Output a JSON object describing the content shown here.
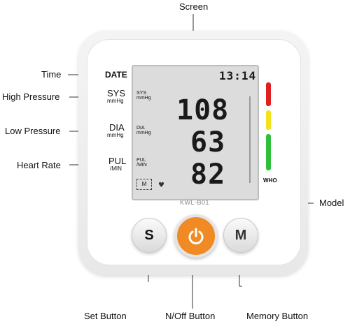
{
  "callouts": {
    "screen": "Screen",
    "time": "Time",
    "high_pressure": "High Pressure",
    "low_pressure": "Low Pressure",
    "heart_rate": "Heart Rate",
    "model": "Model",
    "set_button": "Set Button",
    "on_off_button": "N/Off Button",
    "memory_button": "Memory Button"
  },
  "face_labels": {
    "date": "DATE",
    "sys": "SYS",
    "sys_unit": "mmHg",
    "dia": "DIA",
    "dia_unit": "mmHg",
    "pul": "PUL",
    "pul_unit": "/MIN"
  },
  "lcd": {
    "time": "13:14",
    "sys_label": "SYS",
    "sys_unit": "mmHg",
    "dia_label": "DIA",
    "dia_unit": "mmHg",
    "pul_label": "PUL",
    "pul_unit": "/MIN",
    "memory_symbol": "M",
    "systolic": "108",
    "diastolic": "63",
    "pulse": "82"
  },
  "who_label": "WHO",
  "model_text": "KWL-B01",
  "buttons": {
    "set": "S",
    "memory": "M"
  },
  "colors": {
    "power_button": "#f08a24",
    "who_red": "#e02020",
    "who_yellow": "#f2e21a",
    "who_green": "#2fbf3a",
    "lcd_background": "#dcdcdc"
  }
}
